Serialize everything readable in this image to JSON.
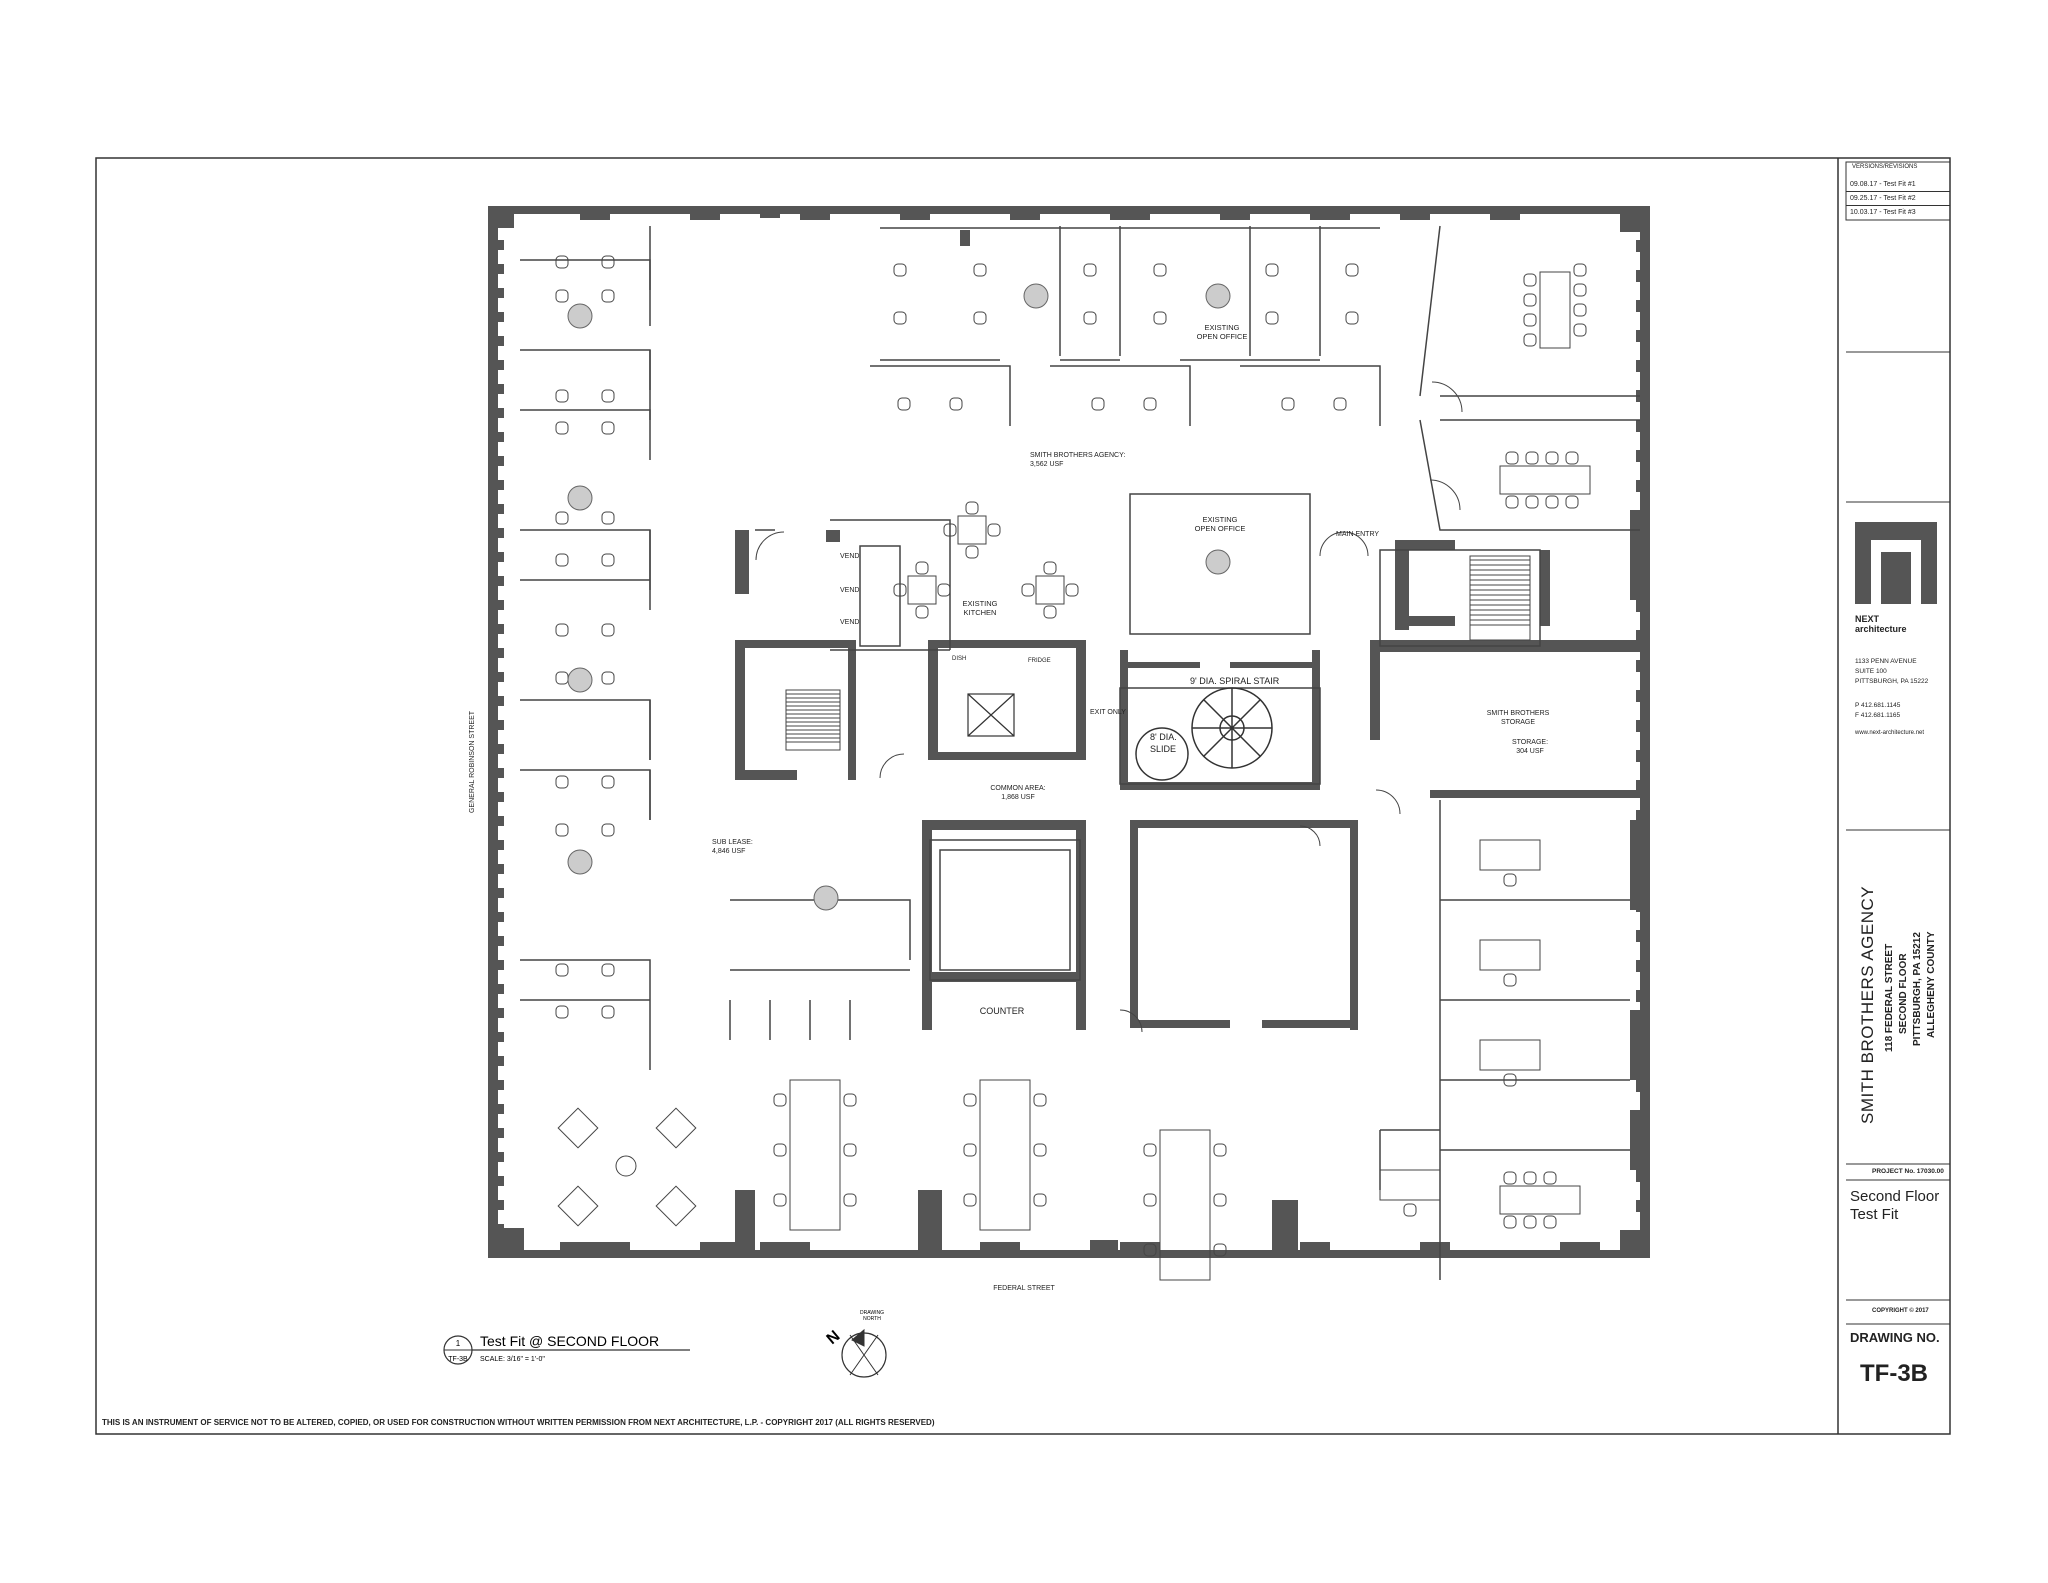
{
  "title_block": {
    "revisions_header": "VERSIONS/REVISIONS",
    "revisions": [
      "09.08.17 - Test Fit #1",
      "09.25.17 - Test Fit #2",
      "10.03.17 - Test Fit #3"
    ],
    "firm_name": "NEXT",
    "firm_sub": "architecture",
    "firm_address": [
      "1133 PENN AVENUE",
      "SUITE 100",
      "PITTSBURGH, PA 15222"
    ],
    "firm_phone": "P 412.681.1145",
    "firm_fax": "F 412.681.1165",
    "firm_web": "www.next-architecture.net",
    "project_name": "SMITH BROTHERS AGENCY",
    "project_address": [
      "118 FEDERAL STREET",
      "SECOND FLOOR",
      "PITTSBURGH, PA 15212",
      "ALLEGHENY COUNTY"
    ],
    "project_no": "PROJECT No. 17030.00",
    "sheet_title": [
      "Second Floor",
      "Test Fit"
    ],
    "copyright": "COPYRIGHT © 2017",
    "drawing_no_label": "DRAWING NO.",
    "drawing_no": "TF-3B"
  },
  "plan": {
    "labels": {
      "existing_open_office_1": [
        "EXISTING",
        "OPEN OFFICE"
      ],
      "smith_brothers_area": [
        "SMITH BROTHERS AGENCY:",
        "3,562 USF"
      ],
      "existing_open_office_2": [
        "EXISTING",
        "OPEN OFFICE"
      ],
      "main_entry": "MAIN ENTRY",
      "existing_kitchen": [
        "EXISTING",
        "KITCHEN"
      ],
      "vend": "VEND",
      "dish": "DISH",
      "fridge": "FRIDGE",
      "exit_only": "EXIT ONLY",
      "spiral_stair": "9' DIA. SPIRAL STAIR",
      "slide": [
        "8' DIA.",
        "SLIDE"
      ],
      "storage": [
        "SMITH BROTHERS",
        "STORAGE"
      ],
      "storage_area": [
        "STORAGE:",
        "304 USF"
      ],
      "common_area": [
        "COMMON AREA:",
        "1,868 USF"
      ],
      "sub_lease": [
        "SUB LEASE:",
        "4,846 USF"
      ],
      "counter": "COUNTER",
      "general_robinson_street": "GENERAL ROBINSON STREET",
      "federal_street": "FEDERAL STREET"
    },
    "caption_number": "1",
    "caption_sheet": "TF-3B",
    "caption_title": "Test Fit @ SECOND FLOOR",
    "caption_scale": "SCALE: 3/16\" = 1'-0\"",
    "north_label": [
      "DRAWING",
      "NORTH"
    ],
    "north_letter": "N"
  },
  "disclaimer": "THIS IS AN INSTRUMENT OF SERVICE NOT TO BE ALTERED, COPIED, OR USED FOR CONSTRUCTION WITHOUT WRITTEN PERMISSION FROM NEXT ARCHITECTURE, L.P. - COPYRIGHT 2017 (ALL RIGHTS RESERVED)",
  "colors": {
    "wall": "#555555",
    "line": "#333333",
    "fixture": "#cccccc"
  }
}
